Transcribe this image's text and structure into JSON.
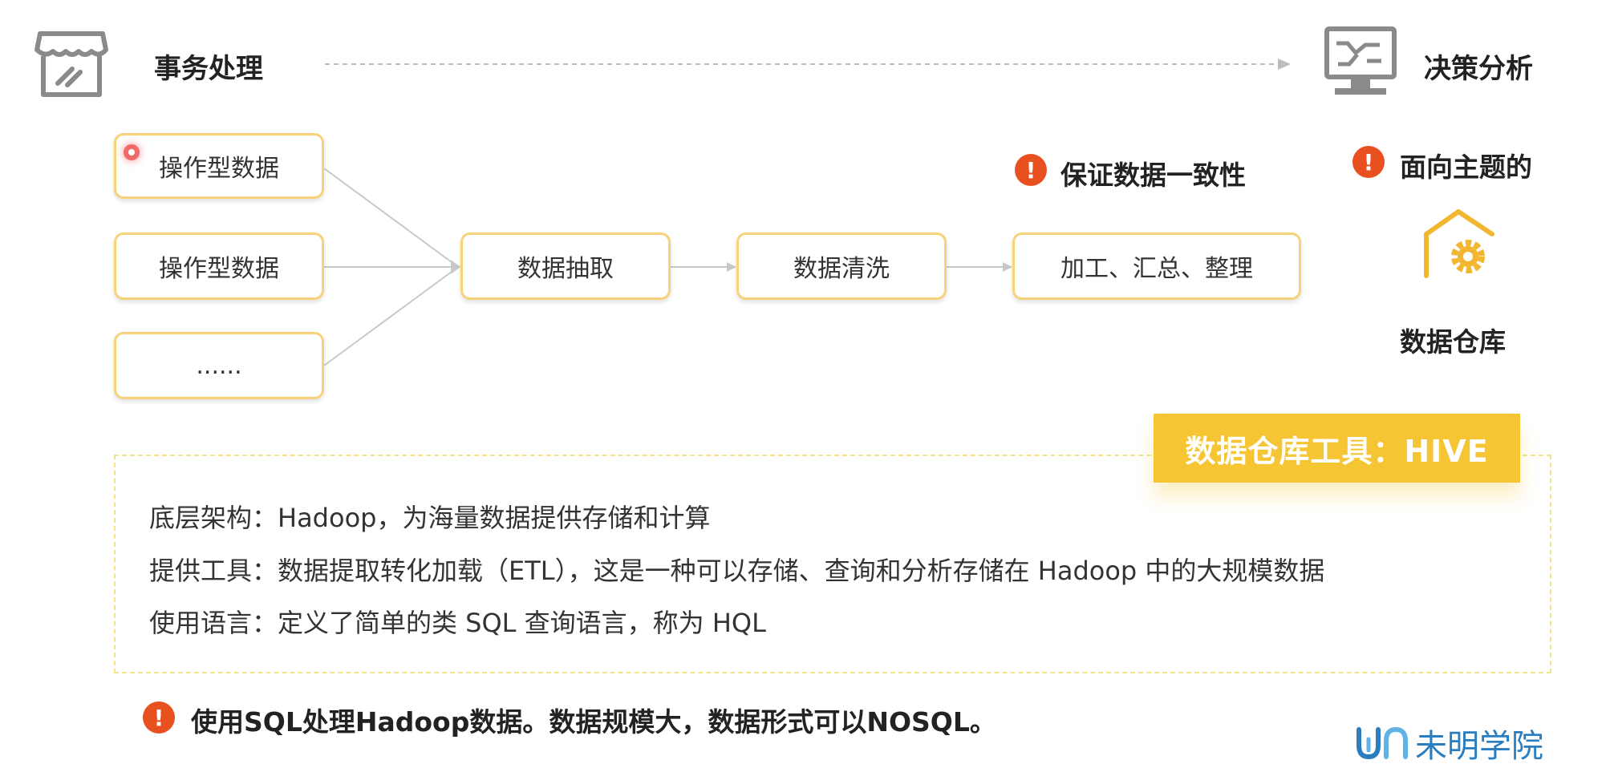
{
  "header": {
    "left_title": "事务处理",
    "right_title": "决策分析",
    "left_icon": "store-icon",
    "right_icon": "monitor-icon"
  },
  "sources": [
    {
      "label": "操作型数据"
    },
    {
      "label": "操作型数据"
    },
    {
      "label": "......"
    }
  ],
  "pipeline": {
    "extract": "数据抽取",
    "clean": "数据清洗",
    "process": "加工、汇总、整理"
  },
  "notes": {
    "consistency": "保证数据一致性",
    "subject": "面向主题的",
    "warehouse": "数据仓库"
  },
  "hive": {
    "banner": "数据仓库工具：HIVE",
    "lines": [
      "底层架构：Hadoop，为海量数据提供存储和计算",
      "提供工具：数据提取转化加载（ETL），这是一种可以存储、查询和分析存储在 Hadoop 中的大规模数据",
      "使用语言：定义了简单的类 SQL 查询语言，称为 HQL"
    ]
  },
  "footer_note": "使用SQL处理Hadoop数据。数据规模大，数据形式可以NOSQL。",
  "brand": {
    "name": "未明学院"
  },
  "colors": {
    "accent_yellow": "#f6c533",
    "box_border": "#f8d27a",
    "warning_red": "#e8501f",
    "brand_blue": "#2a7ec0",
    "icon_gray": "#8a8a8a",
    "warehouse_icon": "#f2b730"
  }
}
